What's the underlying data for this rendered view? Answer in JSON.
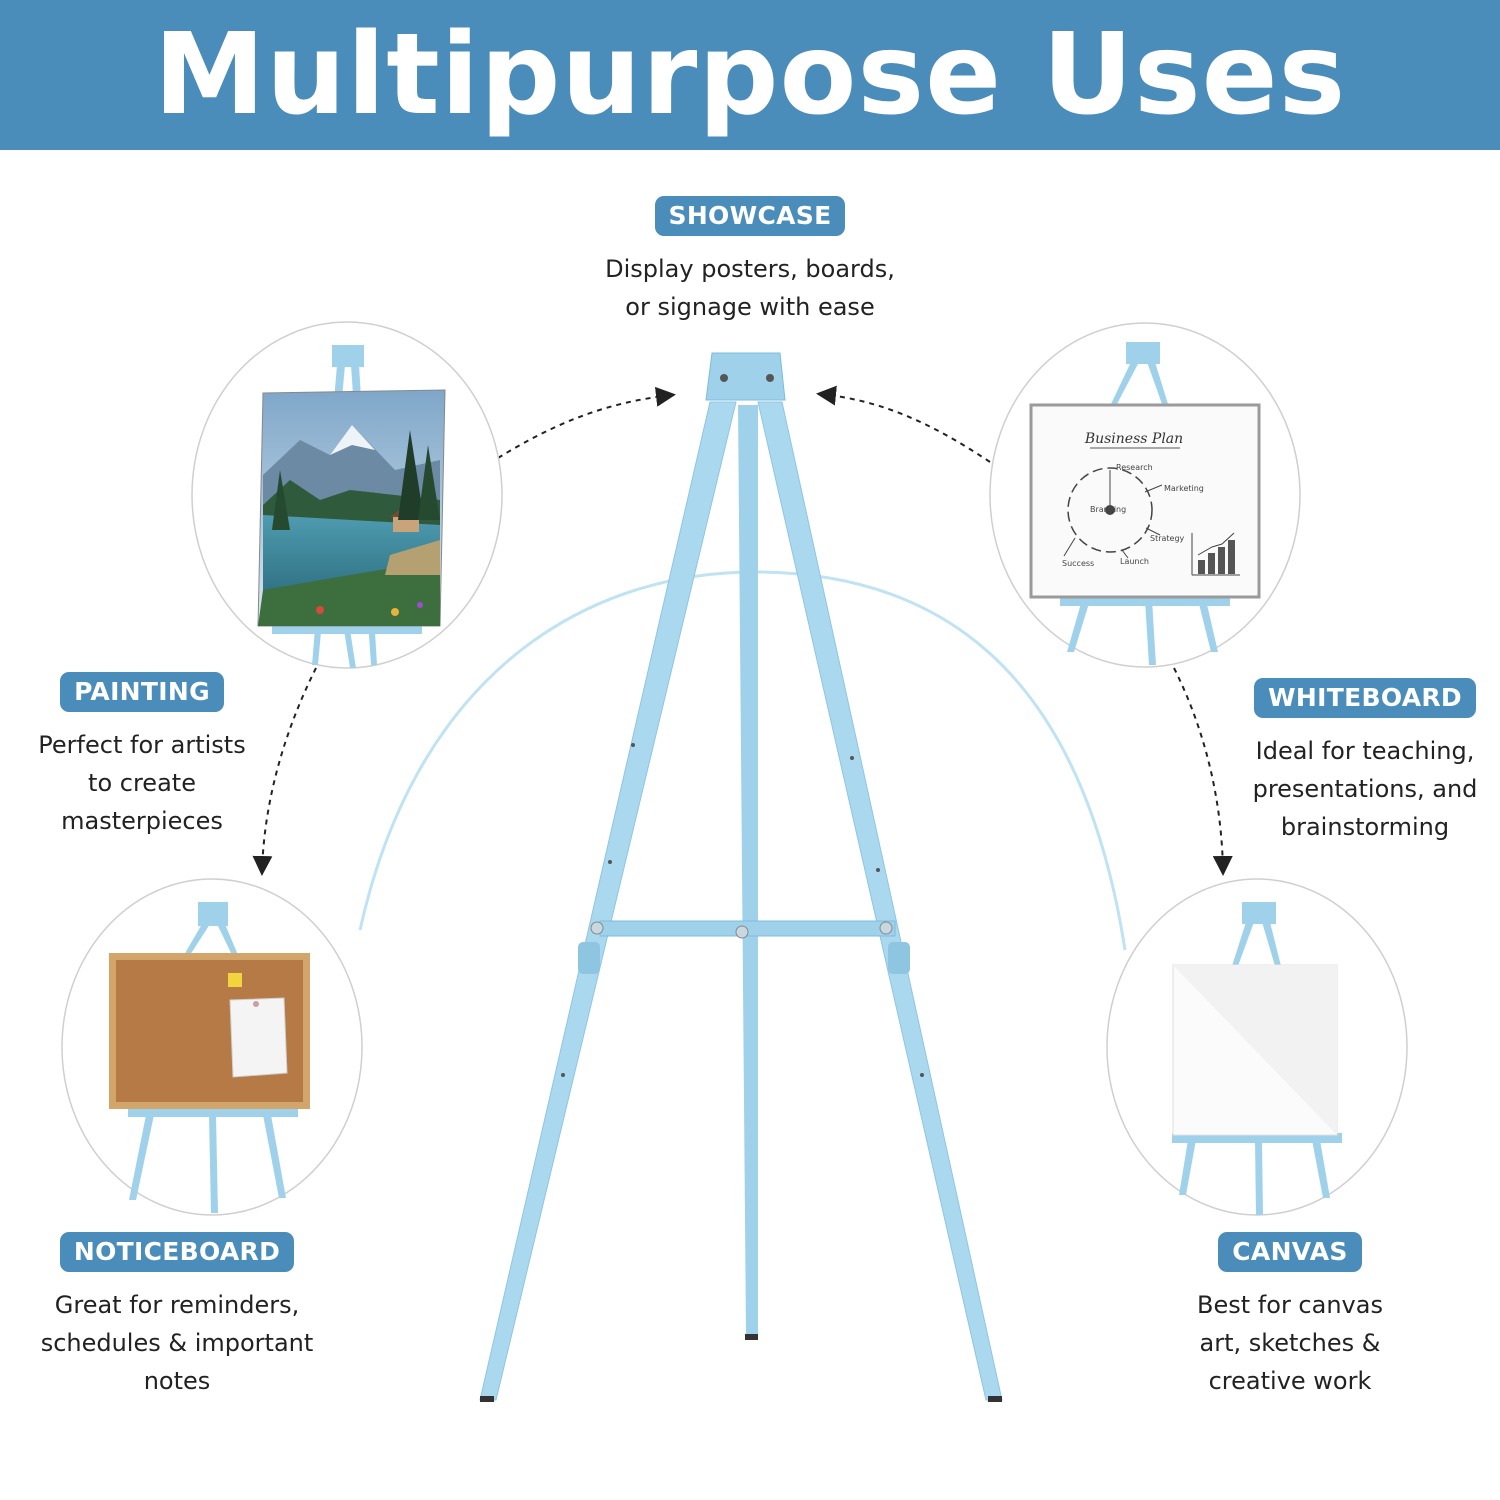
{
  "header": {
    "title": "Multipurpose Uses"
  },
  "uses": {
    "showcase": {
      "label": "SHOWCASE",
      "lines": [
        "Display posters, boards,",
        "or signage with ease"
      ]
    },
    "painting": {
      "label": "PAINTING",
      "lines": [
        "Perfect for artists",
        "to create",
        "masterpieces"
      ]
    },
    "whiteboard": {
      "label": "WHITEBOARD",
      "lines": [
        "Ideal for teaching,",
        "presentations, and",
        "brainstorming"
      ],
      "board": {
        "title": "Business Plan",
        "notes": [
          "Research",
          "Marketing",
          "Branding",
          "Strategy",
          "Success",
          "Launch"
        ]
      }
    },
    "noticeboard": {
      "label": "NOTICEBOARD",
      "lines": [
        "Great for reminders,",
        "schedules & important",
        "notes"
      ]
    },
    "canvas": {
      "label": "CANVAS",
      "lines": [
        "Best for canvas",
        "art, sketches &",
        "creative work"
      ]
    }
  },
  "colors": {
    "banner": "#4a8cba",
    "easel": "#9fd2ea",
    "easel_dark": "#7dbcdc",
    "cork": "#b57a45",
    "frame": "#d2a56a"
  }
}
